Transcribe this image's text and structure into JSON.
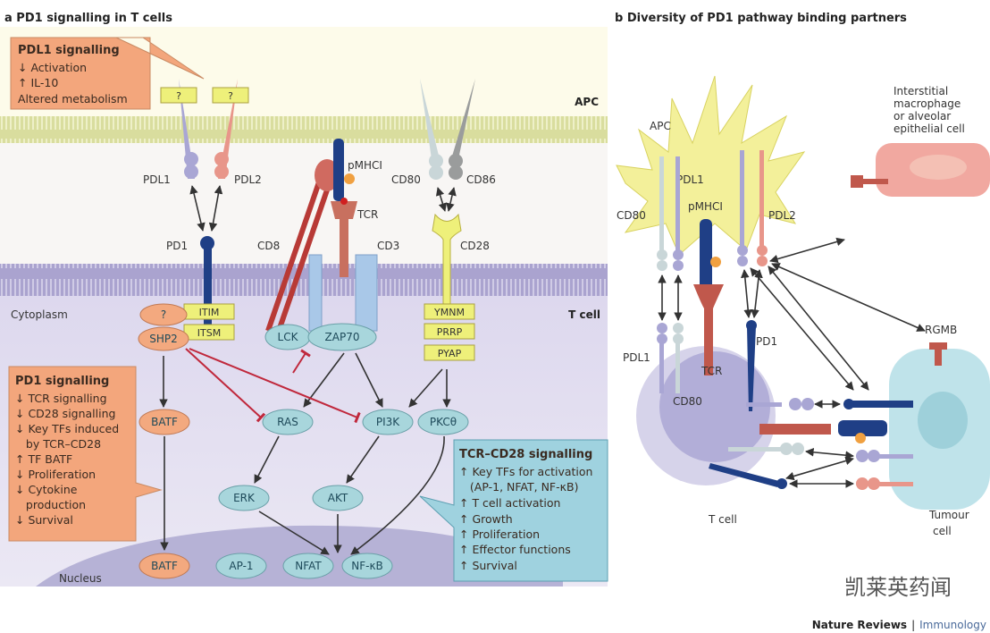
{
  "panel_a": {
    "title": "a  PD1 signalling in T cells",
    "pdl1_box": {
      "title": "PDL1 signalling",
      "lines": [
        "↓ Activation",
        "↑ IL-10",
        "Altered metabolism"
      ]
    },
    "unknown_receptor": "?",
    "labels": {
      "apc": "APC",
      "t_cell": "T cell",
      "cytoplasm": "Cytoplasm",
      "nucleus": "Nucleus",
      "pdl1": "PDL1",
      "pdl2": "PDL2",
      "pd1": "PD1",
      "cd8": "CD8",
      "cd3": "CD3",
      "tcr": "TCR",
      "pmhci": "pMHCI",
      "cd80": "CD80",
      "cd86": "CD86",
      "cd28": "CD28"
    },
    "motifs": {
      "itim": "ITIM",
      "itsm": "ITSM",
      "ymnm": "YMNM",
      "prrp": "PRRP",
      "pyap": "PYAP"
    },
    "nodes": {
      "unknown": "?",
      "shp2": "SHP2",
      "lck": "LCK",
      "zap70": "ZAP70",
      "batf": "BATF",
      "ras": "RAS",
      "pi3k": "PI3K",
      "pkc": "PKCθ",
      "erk": "ERK",
      "akt": "AKT",
      "batf_nuc": "BATF",
      "ap1": "AP-1",
      "nfat": "NFAT",
      "nfkb": "NF-κB"
    },
    "pd1_box": {
      "title": "PD1 signalling",
      "lines": [
        "↓ TCR signalling",
        "↓ CD28 signalling",
        "↓ Key TFs induced",
        "   by TCR–CD28",
        "↑ TF BATF",
        "↓ Proliferation",
        "↓ Cytokine",
        "   production",
        "↓ Survival"
      ]
    },
    "tcr_box": {
      "title": "TCR–CD28 signalling",
      "lines": [
        "↑ Key TFs for activation",
        "   (AP-1, NFAT, NF-κB)",
        "↑ T cell activation",
        "↑ Growth",
        "↑ Proliferation",
        "↑ Effector functions",
        "↑ Survival"
      ]
    }
  },
  "panel_b": {
    "title": "b  Diversity of PD1 pathway binding partners",
    "labels": {
      "apc": "APC",
      "pdl1_top": "PDL1",
      "pmhci": "pMHCI",
      "cd80_top": "CD80",
      "pdl2": "PDL2",
      "pd1": "PD1",
      "pdl1_t": "PDL1",
      "tcr": "TCR",
      "cd80_t": "CD80",
      "t_cell": "T cell",
      "rgmb": "RGMB",
      "tumour": [
        "Tumour",
        "cell"
      ],
      "macrophage": [
        "Interstitial",
        "macrophage",
        "or alveolar",
        "epithelial cell"
      ]
    }
  },
  "watermark": "凯莱英药闻",
  "credit": {
    "journal": "Nature Reviews",
    "separator": "|",
    "section": "Immunology"
  },
  "colors": {
    "pd1": "#1f3f86",
    "pdl1": "#a9a6d4",
    "pdl2": "#e8968a",
    "tcr": "#c0584c",
    "node": "#a8d6dc",
    "shp2": "#f3a97f",
    "motif": "#eef07a",
    "inhibit": "#c0283c"
  }
}
